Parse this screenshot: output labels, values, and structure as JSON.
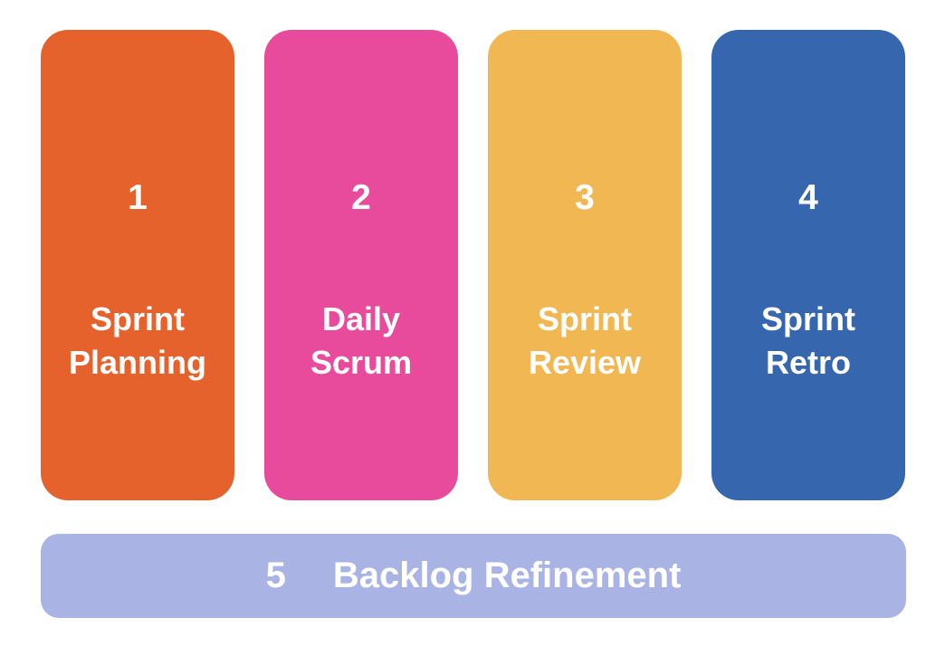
{
  "page": {
    "background_color": "#ffffff",
    "text_color": "#ffffff"
  },
  "diagram": {
    "type": "scrum-events-overview",
    "cards": [
      {
        "number": "1",
        "label": "Sprint\nPlanning",
        "color": "#e6622d"
      },
      {
        "number": "2",
        "label": "Daily\nScrum",
        "color": "#e94b9c"
      },
      {
        "number": "3",
        "label": "Sprint\nReview",
        "color": "#f1b752"
      },
      {
        "number": "4",
        "label": "Sprint\nRetro",
        "color": "#3566ae"
      }
    ],
    "bottom_bar": {
      "number": "5",
      "label": "Backlog Refinement",
      "color": "#a9b4e4"
    }
  }
}
